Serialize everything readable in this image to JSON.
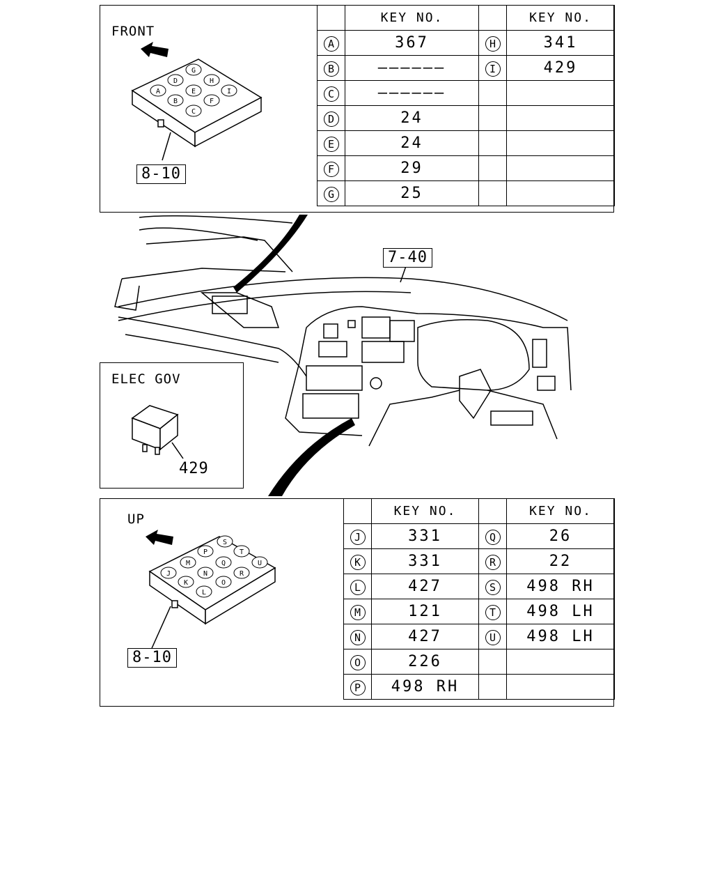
{
  "top_panel": {
    "direction_label": "FRONT",
    "callout": "8-10",
    "connector_letters": [
      "A",
      "B",
      "C",
      "D",
      "E",
      "F",
      "G",
      "H",
      "I"
    ]
  },
  "top_table": {
    "header": "KEY NO.",
    "rows": [
      {
        "l1": "A",
        "v1": "367",
        "l2": "H",
        "v2": "341"
      },
      {
        "l1": "B",
        "v1": "——————",
        "l2": "I",
        "v2": "429"
      },
      {
        "l1": "C",
        "v1": "——————",
        "l2": "",
        "v2": ""
      },
      {
        "l1": "D",
        "v1": "24",
        "l2": "",
        "v2": ""
      },
      {
        "l1": "E",
        "v1": "24",
        "l2": "",
        "v2": ""
      },
      {
        "l1": "F",
        "v1": "29",
        "l2": "",
        "v2": ""
      },
      {
        "l1": "G",
        "v1": "25",
        "l2": "",
        "v2": ""
      }
    ]
  },
  "dash_callout": "7-40",
  "elec_panel": {
    "title": "ELEC GOV",
    "key": "429"
  },
  "bottom_panel": {
    "direction_label": "UP",
    "callout": "8-10",
    "connector_letters": [
      "J",
      "K",
      "L",
      "M",
      "N",
      "O",
      "P",
      "Q",
      "R",
      "S",
      "T",
      "U"
    ]
  },
  "bottom_table": {
    "header": "KEY NO.",
    "rows": [
      {
        "l1": "J",
        "v1": "331",
        "l2": "Q",
        "v2": "26"
      },
      {
        "l1": "K",
        "v1": "331",
        "l2": "R",
        "v2": "22"
      },
      {
        "l1": "L",
        "v1": "427",
        "l2": "S",
        "v2": "498 RH"
      },
      {
        "l1": "M",
        "v1": "121",
        "l2": "T",
        "v2": "498 LH"
      },
      {
        "l1": "N",
        "v1": "427",
        "l2": "U",
        "v2": "498 LH"
      },
      {
        "l1": "O",
        "v1": "226",
        "l2": "",
        "v2": ""
      },
      {
        "l1": "P",
        "v1": "498 RH",
        "l2": "",
        "v2": ""
      }
    ]
  }
}
